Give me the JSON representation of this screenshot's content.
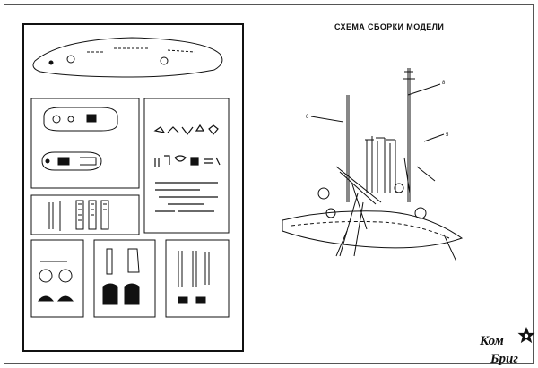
{
  "title": "СХЕМА СБОРКИ МОДЕЛИ",
  "logo": {
    "top_word": "Ком",
    "bottom_word": "Бриг",
    "star_color": "#111111"
  },
  "callouts": [
    "8",
    "5",
    "6"
  ],
  "colors": {
    "ink": "#111111",
    "paper": "#ffffff",
    "line": "#555555"
  }
}
